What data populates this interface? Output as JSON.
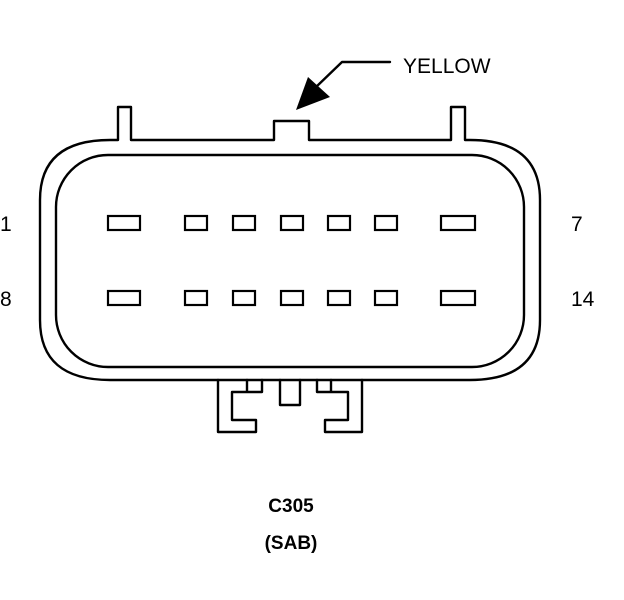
{
  "connector": {
    "id": "C305",
    "subtitle": "(SAB)",
    "color_label": "YELLOW",
    "pin_labels": {
      "top_left": "1",
      "top_right": "7",
      "bottom_left": "8",
      "bottom_right": "14"
    },
    "rows": [
      {
        "name": "upper-row",
        "pins": [
          "wide",
          "small",
          "small",
          "small",
          "small",
          "small",
          "wide"
        ]
      },
      {
        "name": "lower-row",
        "pins": [
          "wide",
          "small",
          "small",
          "small",
          "small",
          "small",
          "wide"
        ]
      }
    ]
  },
  "colors": {
    "line": "#000000",
    "background": "#ffffff"
  }
}
